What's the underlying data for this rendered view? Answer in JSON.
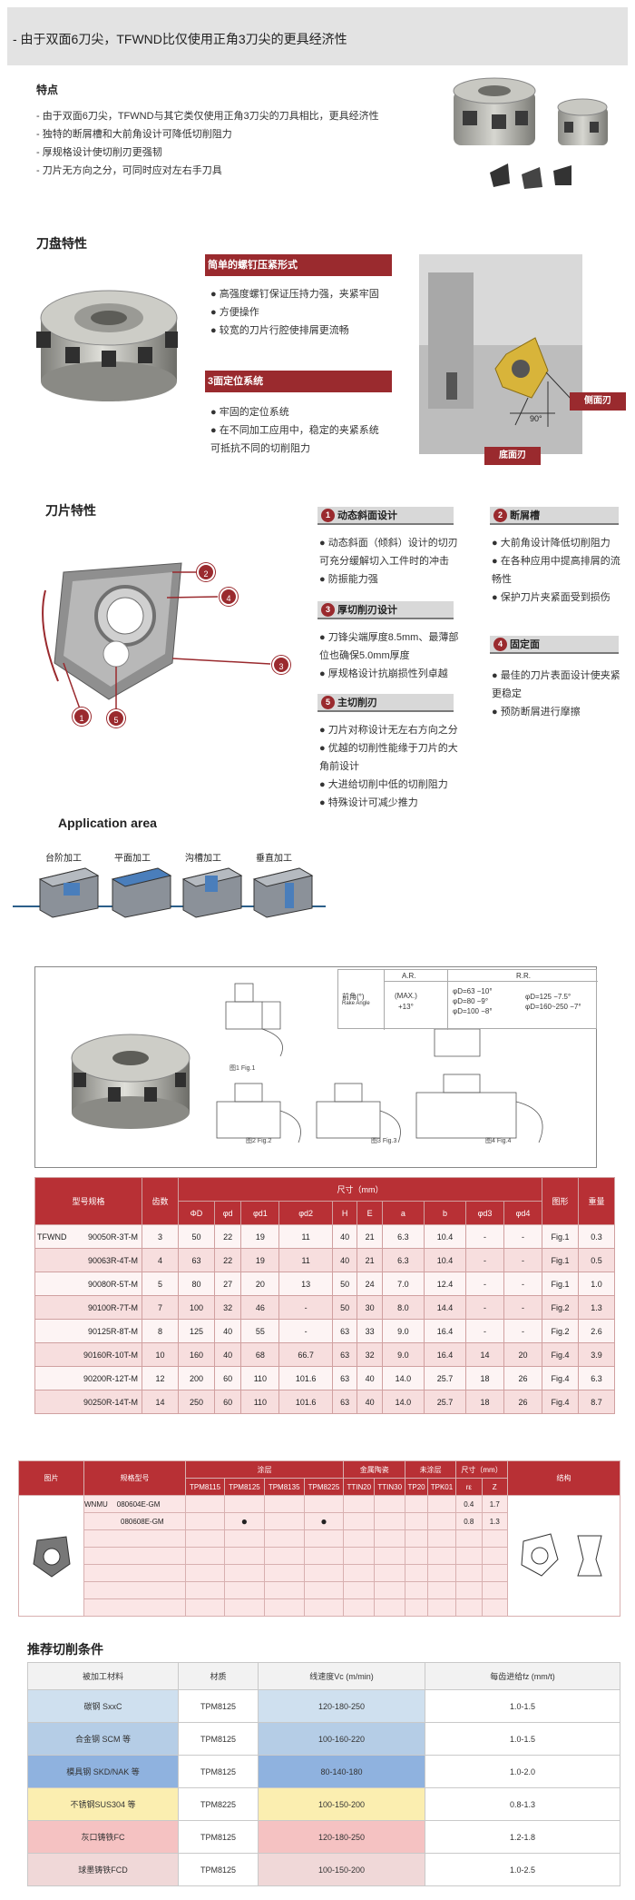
{
  "title": "- 由于双面6刀尖，TFWND比仅使用正角3刀尖的更具经济性",
  "features": {
    "heading": "特点",
    "items": [
      "- 由于双面6刀尖，TFWND与其它类仅使用正角3刀尖的刀具相比，更具经济性",
      "- 独特的断屑槽和大前角设计可降低切削阻力",
      "- 厚规格设计使切削刃更强韧",
      "- 刀片无方向之分，可同时应对左右手刀具"
    ]
  },
  "cutter": {
    "heading": "刀盘特性",
    "screw_title": "简单的螺钉压紧形式",
    "screw_items": [
      "● 高强度螺钉保证压持力强，夹紧牢固",
      "● 方便操作",
      "● 较宽的刀片行腔使排屑更流畅"
    ],
    "pos_title": "3面定位系统",
    "pos_items": [
      "● 牢固的定位系统",
      "● 在不同加工应用中，稳定的夹紧系统可抵抗不同的切削阻力"
    ],
    "side_label": "侧面刃",
    "bottom_label": "底面刃",
    "angle_label": "90°"
  },
  "insert": {
    "heading": "刀片特性",
    "f1_num": "1",
    "f1_title": "动态斜面设计",
    "f1_items": [
      "● 动态斜面（倾斜）设计的切刃可充分缓解切入工件时的冲击",
      "● 防振能力强"
    ],
    "f2_num": "2",
    "f2_title": "断屑槽",
    "f2_items": [
      "● 大前角设计降低切削阻力",
      "● 在各种应用中提高排屑的流畅性",
      "● 保护刀片夹紧面受到损伤"
    ],
    "f3_num": "3",
    "f3_title": "厚切削刃设计",
    "f3_items": [
      "● 刀锋尖端厚度8.5mm、最薄部位也确保5.0mm厚度",
      "● 厚规格设计抗崩损性列卓越"
    ],
    "f4_num": "4",
    "f4_title": "固定面",
    "f4_items": [
      "● 最佳的刀片表面设计使夹紧更稳定",
      "● 预防断屑进行摩擦"
    ],
    "f5_num": "5",
    "f5_title": "主切削刃",
    "f5_items": [
      "● 刀片对称设计无左右方向之分",
      "● 优越的切削性能缘于刀片的大角前设计",
      "● 大进给切削中低的切削阻力",
      "● 特殊设计可减少推力"
    ],
    "callouts": [
      "2",
      "4",
      "3",
      "1",
      "5"
    ]
  },
  "application": {
    "heading": "Application area",
    "items": [
      "台阶加工",
      "平面加工",
      "沟槽加工",
      "垂直加工"
    ]
  },
  "drawing": {
    "rake_title": "前角(°)",
    "rake_sub": "Rake Angle",
    "ar_head": "A.R.",
    "rr_head": "R.R.",
    "ar_val1": "(MAX.)",
    "ar_val2": "+13°",
    "rr_col1": [
      "φD=63  −10°",
      "φD=80  −9°",
      "φD=100  −8°"
    ],
    "rr_col2": [
      "φD=125  −7.5°",
      "φD=160~250 −7°"
    ],
    "figs": [
      "图1  Fig.1",
      "图2  Fig.2",
      "图3  Fig.3",
      "图4  Fig.4"
    ]
  },
  "spec_table": {
    "h_model": "型号规格",
    "h_teeth": "齿数",
    "h_dim": "尺寸（mm）",
    "h_fig": "图形",
    "h_weight": "重量",
    "sub": [
      "ΦD",
      "φd",
      "φd1",
      "φd2",
      "H",
      "E",
      "a",
      "b",
      "φd3",
      "φd4"
    ],
    "series": "TFWND",
    "rows": [
      [
        "90050R-3T-M",
        "3",
        "50",
        "22",
        "19",
        "11",
        "40",
        "21",
        "6.3",
        "10.4",
        "-",
        "-",
        "Fig.1",
        "0.3"
      ],
      [
        "90063R-4T-M",
        "4",
        "63",
        "22",
        "19",
        "11",
        "40",
        "21",
        "6.3",
        "10.4",
        "-",
        "-",
        "Fig.1",
        "0.5"
      ],
      [
        "90080R-5T-M",
        "5",
        "80",
        "27",
        "20",
        "13",
        "50",
        "24",
        "7.0",
        "12.4",
        "-",
        "-",
        "Fig.1",
        "1.0"
      ],
      [
        "90100R-7T-M",
        "7",
        "100",
        "32",
        "46",
        "-",
        "50",
        "30",
        "8.0",
        "14.4",
        "-",
        "-",
        "Fig.2",
        "1.3"
      ],
      [
        "90125R-8T-M",
        "8",
        "125",
        "40",
        "55",
        "-",
        "63",
        "33",
        "9.0",
        "16.4",
        "-",
        "-",
        "Fig.2",
        "2.6"
      ],
      [
        "90160R-10T-M",
        "10",
        "160",
        "40",
        "68",
        "66.7",
        "63",
        "32",
        "9.0",
        "16.4",
        "14",
        "20",
        "Fig.4",
        "3.9"
      ],
      [
        "90200R-12T-M",
        "12",
        "200",
        "60",
        "110",
        "101.6",
        "63",
        "40",
        "14.0",
        "25.7",
        "18",
        "26",
        "Fig.4",
        "6.3"
      ],
      [
        "90250R-14T-M",
        "14",
        "250",
        "60",
        "110",
        "101.6",
        "63",
        "40",
        "14.0",
        "25.7",
        "18",
        "26",
        "Fig.4",
        "8.7"
      ]
    ]
  },
  "insert_table": {
    "h_pic": "图片",
    "h_model": "规格型号",
    "h_coat": "涂层",
    "h_cermet": "金属陶瓷",
    "h_uncoat": "未涂层",
    "h_size": "尺寸（mm）",
    "h_struct": "结构",
    "grades": [
      "TPM8115",
      "TPM8125",
      "TPM8135",
      "TPM8225",
      "TTIN20",
      "TTIN30",
      "TP20",
      "TPK01",
      "rε",
      "Z"
    ],
    "series": "WNMU",
    "rows": [
      {
        "model": "080604E-GM",
        "marks": [
          "",
          "",
          "",
          "",
          "",
          "",
          "",
          ""
        ],
        "re": "0.4",
        "z": "1.7"
      },
      {
        "model": "080608E-GM",
        "marks": [
          "",
          "●",
          "",
          "●",
          "",
          "",
          "",
          ""
        ],
        "re": "0.8",
        "z": "1.3"
      }
    ]
  },
  "cutting": {
    "heading": "推荐切削条件",
    "headers": [
      "被加工材料",
      "材质",
      "线速度Vc (m/min)",
      "每齿进给fz (mm/t)"
    ],
    "rows": [
      {
        "mat": "碳钢 SxxC",
        "grade": "TPM8125",
        "vc": "120-180-250",
        "fz": "1.0-1.5",
        "color": "#cfe0ef"
      },
      {
        "mat": "合金钢 SCM 等",
        "grade": "TPM8125",
        "vc": "100-160-220",
        "fz": "1.0-1.5",
        "color": "#b5cde6"
      },
      {
        "mat": "模具钢 SKD/NAK 等",
        "grade": "TPM8125",
        "vc": "80-140-180",
        "fz": "1.0-2.0",
        "color": "#8fb2df"
      },
      {
        "mat": "不锈钢SUS304 等",
        "grade": "TPM8225",
        "vc": "100-150-200",
        "fz": "0.8-1.3",
        "color": "#fbeeb0"
      },
      {
        "mat": "灰口铸铁FC",
        "grade": "TPM8125",
        "vc": "120-180-250",
        "fz": "1.2-1.8",
        "color": "#f5c2c2"
      },
      {
        "mat": "球墨铸铁FCD",
        "grade": "TPM8125",
        "vc": "100-150-200",
        "fz": "1.0-2.5",
        "color": "#f0d8d8"
      }
    ]
  }
}
